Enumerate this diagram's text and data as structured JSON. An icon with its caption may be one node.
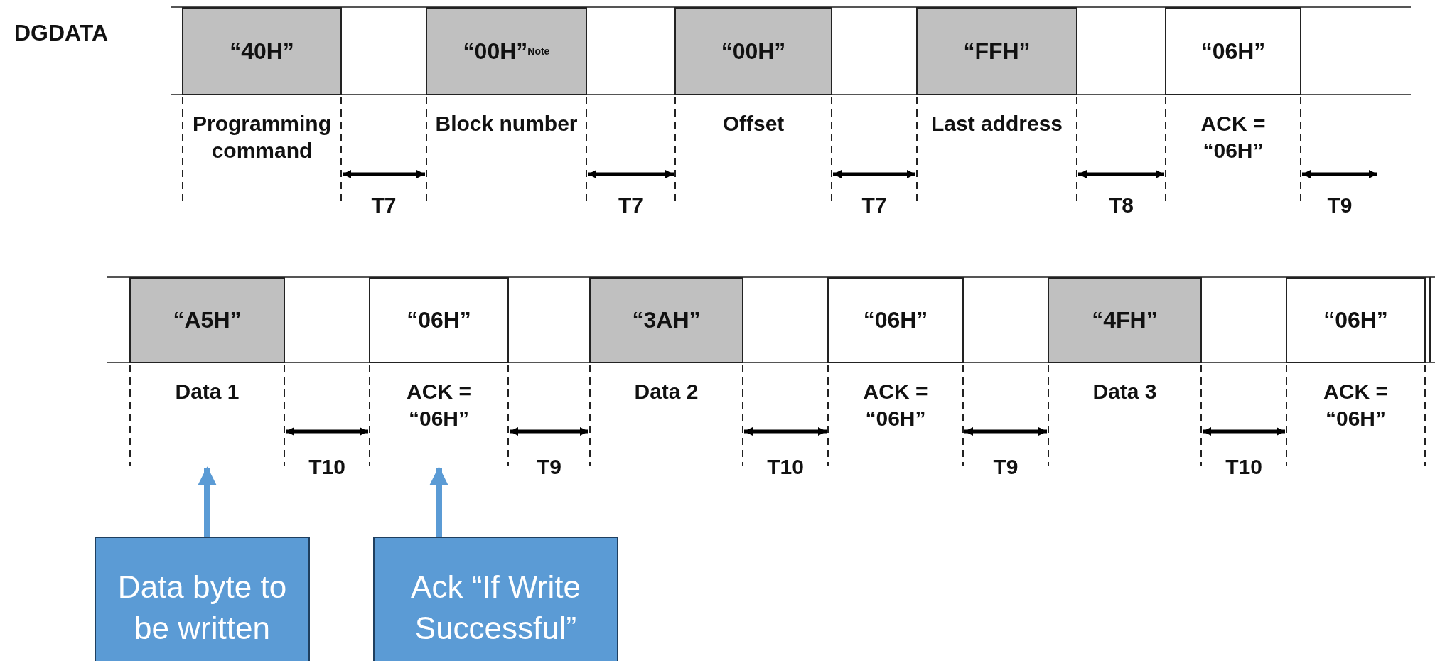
{
  "diagram": {
    "nodes": [
      {
        "text": [
          "“40H”"
        ],
        "beside": [
          "Programming command"
        ]
      },
      {
        "text": [
          "“00H”$^{Note}$"
        ],
        "beside": [
          "Block number"
        ]
      },
      {
        "text": [
          "“00H”"
        ],
        "beside": [
          "Offset"
        ]
      },
      {
        "text": [
          "“FFH”"
        ],
        "beside": [
          "Last address"
        ]
      },
      {
        "text": [
          "“06H”"
        ],
        "beside": [
          "ACK = “06H”"
        ]
      },
      {
        "text": [
          "“A5H”"
        ],
        "beside": [
          "Data 1"
        ]
      },
      {
        "text": [
          "“06H”"
        ],
        "beside": [
          "ACK = “06H”"
        ]
      },
      {
        "text": [
          "“3AH”"
        ],
        "beside": [
          "Data 2"
        ]
      },
      {
        "text": [
          "“06H”"
        ],
        "beside": [
          "ACK = “06H”"
        ]
      },
      {
        "text": [
          "“4FH”"
        ],
        "beside": [
          "Data 3"
        ]
      },
      {
        "text": [
          "“06H”"
        ],
        "beside": [
          "ACK = “06H”"
        ]
      },
      {
        "text": [
          "Data byte to be written"
        ]
      },
      {
        "text": [
          "Ack “If Write Successful”"
        ]
      }
    ],
    "edges": [
      {
        "from": 11,
        "to": 5,
        "arrow": "to"
      },
      {
        "from": 12,
        "to": 6,
        "arrow": "to"
      }
    ],
    "labels": [
      "DGDATA",
      "T7",
      "T7",
      "T7",
      "T8",
      "T9",
      "T10",
      "T9",
      "T10",
      "T9",
      "T10"
    ]
  }
}
